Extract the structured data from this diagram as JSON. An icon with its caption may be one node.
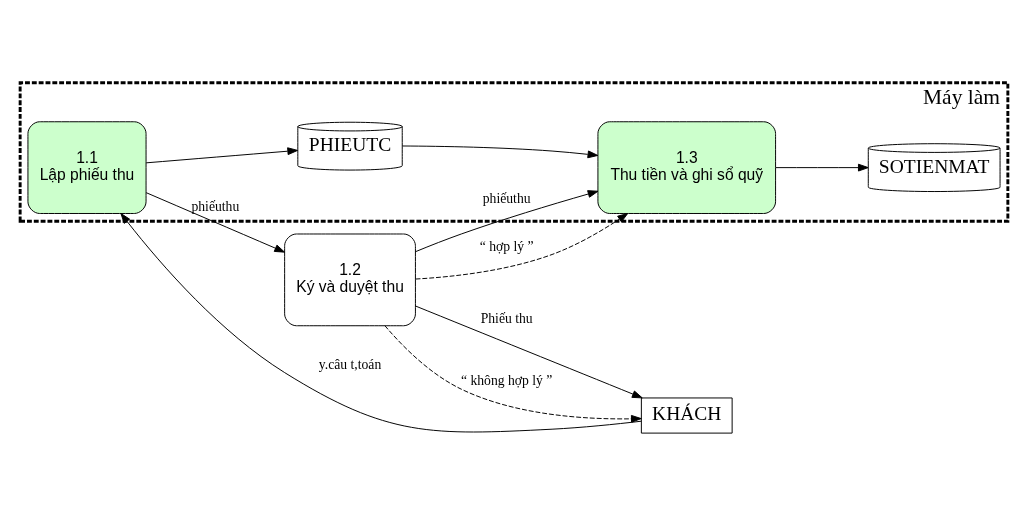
{
  "diagram": {
    "nodes": [
      {
        "text": [
          "Máy làm"
        ]
      },
      {
        "text": [
          "KHÁCH"
        ]
      },
      {
        "text": [
          "1.1",
          "Lập phiếu thu"
        ],
        "in": 0
      },
      {
        "text": [
          "PHIEUTC"
        ],
        "in": 0
      },
      {
        "text": [
          "1.2",
          "Ký và duyệt thu"
        ]
      },
      {
        "text": [
          "1.3",
          "Thu tiền và ghi sổ quỹ"
        ],
        "in": 0
      },
      {
        "text": [
          "SOTIENMAT"
        ],
        "in": 0
      }
    ],
    "edges": [
      {
        "from": 1,
        "to": 2,
        "arrow": "to",
        "label": "y.câu t,toán"
      },
      {
        "from": 2,
        "to": 4,
        "arrow": "to",
        "label": "phiếuthu"
      },
      {
        "from": 2,
        "to": 3,
        "arrow": "to"
      },
      {
        "from": 3,
        "to": 5,
        "arrow": "to"
      },
      {
        "from": 4,
        "to": 1,
        "arrow": "to",
        "label": "Phiếu thu"
      },
      {
        "from": 4,
        "to": 1,
        "arrow": "to",
        "label": "“ không hợp lý ”",
        "style": "dashed"
      },
      {
        "from": 4,
        "to": 5,
        "arrow": "to",
        "label": "phiếuthu"
      },
      {
        "from": 4,
        "to": 5,
        "arrow": "to",
        "label": "“ hợp lý ”",
        "style": "dashed"
      },
      {
        "from": 5,
        "to": 6,
        "arrow": "to"
      }
    ]
  }
}
